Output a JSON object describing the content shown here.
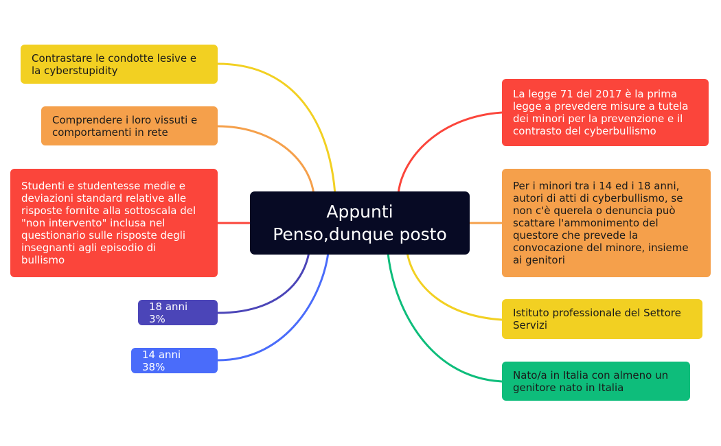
{
  "center": {
    "text": "Appunti\nPenso,dunque posto",
    "color": "#070a24"
  },
  "branches": {
    "left": [
      {
        "text": "Contrastare le condotte lesive e\nla cyberstupidity",
        "color": "#f2d022",
        "text_color": "#1a1a1a"
      },
      {
        "text": "Comprendere i loro vissuti e\ncomportamenti in rete",
        "color": "#f5a04b",
        "text_color": "#1a1a1a"
      },
      {
        "text": "Studenti e studentesse medie e\ndeviazioni standard relative alle\nrisposte fornite alla sottoscala del\n\"non intervento\" inclusa nel\nquestionario sulle risposte degli\ninsegnanti agli episodio di\nbullismo",
        "color": "#fb453b",
        "text_color": "#ffffff"
      },
      {
        "text": "18 anni 3%",
        "color": "#4b45b8",
        "text_color": "#ffffff"
      },
      {
        "text": "14 anni 38%",
        "color": "#4a6cfa",
        "text_color": "#ffffff"
      }
    ],
    "right": [
      {
        "text": "La legge 71 del 2017 è la prima\nlegge a prevedere misure a tutela\ndei minori per la prevenzione e il\ncontrasto del cyberbullismo",
        "color": "#fb453b",
        "text_color": "#ffffff"
      },
      {
        "text": "Per i minori tra i 14 ed i 18 anni,\nautori di atti di cyberbullismo, se\nnon c'è querela o denuncia può\nscattare l'ammonimento del\nquestore che prevede la\nconvocazione del minore, insieme\nai genitori",
        "color": "#f5a04b",
        "text_color": "#1a1a1a"
      },
      {
        "text": "Istituto professionale del Settore\nServizi",
        "color": "#f2d022",
        "text_color": "#1a1a1a"
      },
      {
        "text": "Nato/a in Italia con almeno un\ngenitore nato in Italia",
        "color": "#0ebd7b",
        "text_color": "#1a1a1a"
      }
    ]
  }
}
